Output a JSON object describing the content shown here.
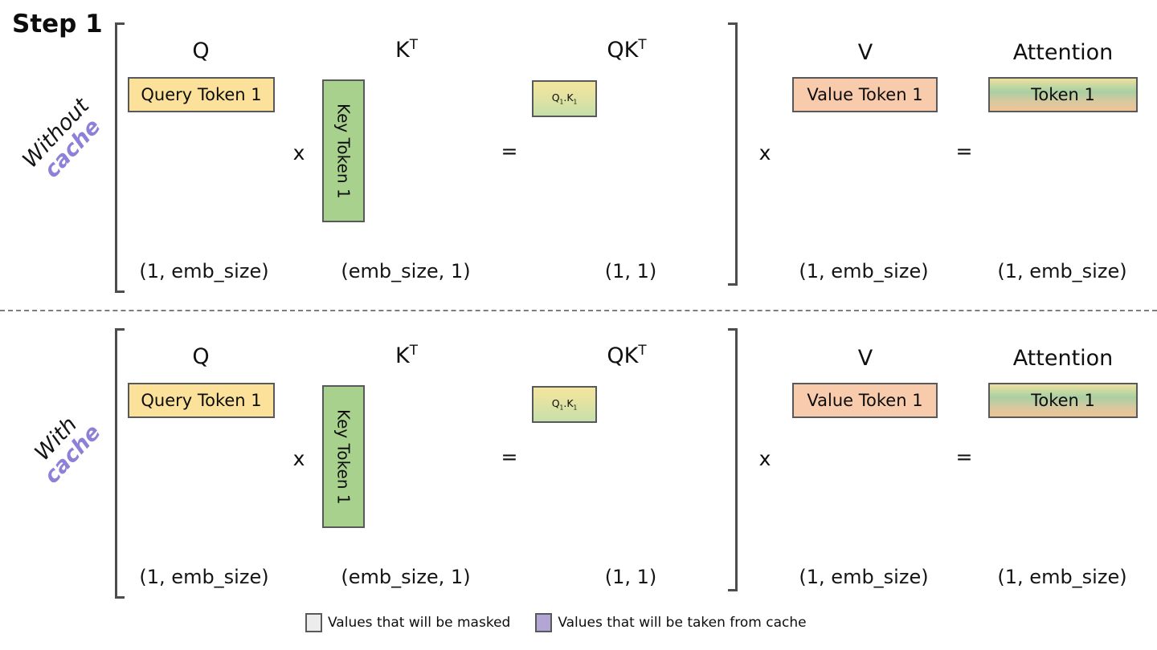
{
  "title": "Step 1",
  "colors": {
    "accent_purple_text": "#8d80d8",
    "query_yellow": "#fbe19a",
    "key_green": "#a8d18e",
    "value_peach": "#f8cbad",
    "qk_gradient_top": "#f4e59e",
    "qk_gradient_bottom": "#c6dfaa",
    "attention_gradient": [
      "#efdf9d",
      "#a9cfa3",
      "#f0c495"
    ],
    "masked_gray": "#ececec",
    "cache_purple": "#b3a6d4",
    "border_gray": "#58595b"
  },
  "sections": [
    {
      "label_top": "Without",
      "label_bottom": "cache",
      "headers": {
        "q": "Q",
        "k_base": "K",
        "k_sup": "T",
        "qk_base": "QK",
        "qk_sup": "T",
        "v": "V",
        "attention": "Attention"
      },
      "boxes": {
        "query": "Query Token 1",
        "key": "Key Token 1",
        "qk": {
          "q": "Q",
          "q_sub": "1",
          "dot": ".",
          "k": "K",
          "k_sub": "1"
        },
        "value": "Value Token 1",
        "attention": "Token 1"
      },
      "operators": {
        "times1": "x",
        "equals1": "=",
        "times2": "x",
        "equals2": "="
      },
      "dims": {
        "q": "(1, emb_size)",
        "k": "(emb_size, 1)",
        "qk": "(1, 1)",
        "v": "(1, emb_size)",
        "attention": "(1, emb_size)"
      }
    },
    {
      "label_top": "With",
      "label_bottom": "cache",
      "headers": {
        "q": "Q",
        "k_base": "K",
        "k_sup": "T",
        "qk_base": "QK",
        "qk_sup": "T",
        "v": "V",
        "attention": "Attention"
      },
      "boxes": {
        "query": "Query Token 1",
        "key": "Key Token 1",
        "qk": {
          "q": "Q",
          "q_sub": "1",
          "dot": ".",
          "k": "K",
          "k_sub": "1"
        },
        "value": "Value Token 1",
        "attention": "Token 1"
      },
      "operators": {
        "times1": "x",
        "equals1": "=",
        "times2": "x",
        "equals2": "="
      },
      "dims": {
        "q": "(1, emb_size)",
        "k": "(emb_size, 1)",
        "qk": "(1, 1)",
        "v": "(1, emb_size)",
        "attention": "(1, emb_size)"
      }
    }
  ],
  "legend": {
    "masked_label": "Values that will be masked",
    "cache_label": "Values that will be taken from cache"
  }
}
